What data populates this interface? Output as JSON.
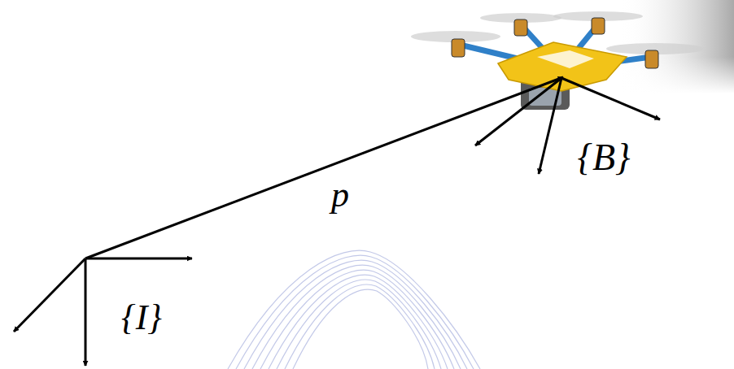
{
  "diagram": {
    "labels": [
      "p",
      "{B}",
      "{I}"
    ]
  }
}
